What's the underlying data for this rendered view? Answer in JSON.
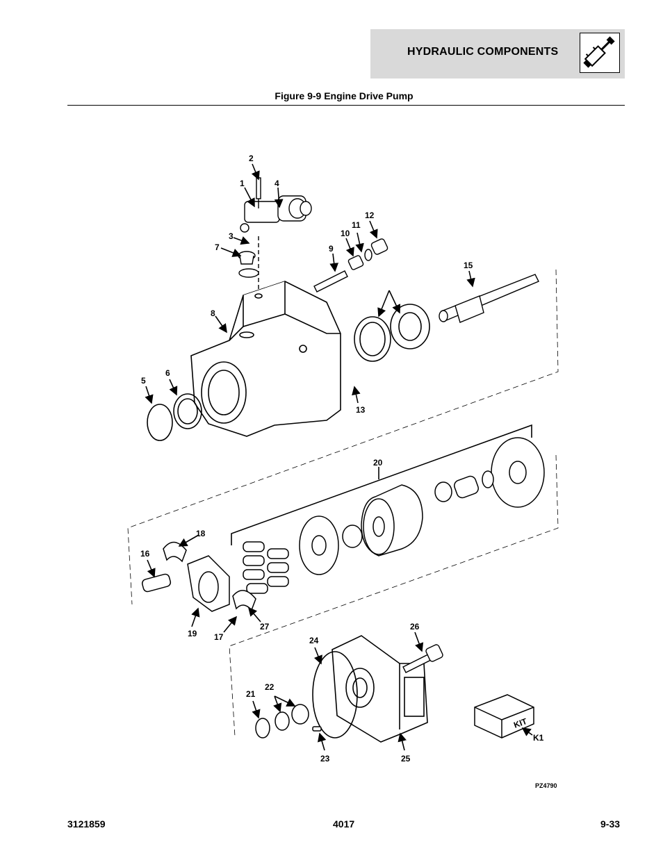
{
  "header": {
    "section": "HYDRAULIC COMPONENTS",
    "icon": "hydraulic-cylinder-icon"
  },
  "figure": {
    "title": "Figure 9-9 Engine Drive Pump",
    "callouts": [
      "1",
      "2",
      "3",
      "4",
      "5",
      "6",
      "7",
      "8",
      "9",
      "10",
      "11",
      "12",
      "13",
      "15",
      "16",
      "17",
      "18",
      "19",
      "20",
      "21",
      "22",
      "23",
      "24",
      "25",
      "26",
      "27",
      "K1"
    ],
    "kit_label": "KIT",
    "drawing_id": "PZ4790"
  },
  "footer": {
    "doc_number": "3121859",
    "model": "4017",
    "page": "9-33"
  }
}
